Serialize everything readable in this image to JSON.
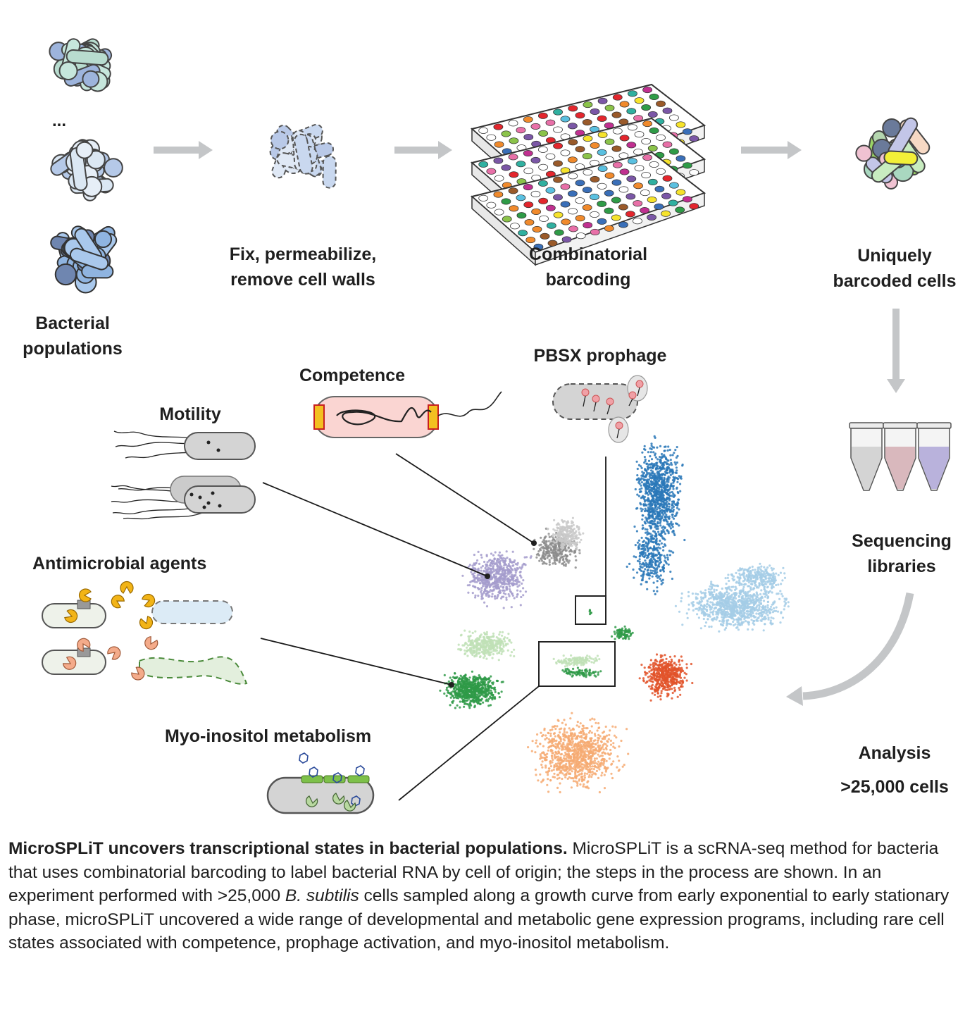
{
  "steps": {
    "populations": {
      "line1": "Bacterial",
      "line2": "populations",
      "ellipsis": "..."
    },
    "fix": {
      "line1": "Fix, permeabilize,",
      "line2": "remove cell walls"
    },
    "barcoding": {
      "line1": "Combinatorial",
      "line2": "barcoding"
    },
    "barcoded": {
      "line1": "Uniquely",
      "line2": "barcoded cells"
    },
    "sequencing": {
      "line1": "Sequencing",
      "line2": "libraries"
    },
    "analysis": {
      "line1": "Analysis",
      "line2": ">25,000 cells"
    }
  },
  "states": {
    "motility": "Motility",
    "competence": "Competence",
    "pbsx": "PBSX prophage",
    "antimicrobial": "Antimicrobial agents",
    "myoinositol": "Myo-inositol metabolism"
  },
  "caption": {
    "title": "MicroSPLiT uncovers transcriptional states in bacterial populations.",
    "text_1": " MicroSPLiT is a scRNA-seq method for bacteria that uses combinatorial barcoding to label bacterial RNA by cell of origin; the steps in the process are shown. In an experiment performed with >25,000 ",
    "species": "B. subtilis",
    "text_2": " cells sampled along a growth curve from early exponential to early stationary phase, microSPLiT uncovered a wide range of developmental and metabolic gene expression programs, including rare cell states associated with competence, prophage activation, and myo-inositol metabolism."
  },
  "colors": {
    "arrow": "#c4c6c8",
    "cluster_darkblue": "#2a78b8",
    "cluster_lightblue": "#a5cce6",
    "cluster_red": "#e2542a",
    "cluster_orange": "#f6aa72",
    "cluster_green": "#2f9a48",
    "cluster_lightgreen": "#bfe0b6",
    "cluster_purple": "#a49ccd",
    "cluster_gray": "#8c8c8c",
    "cluster_lightgray": "#c9c9c9"
  }
}
